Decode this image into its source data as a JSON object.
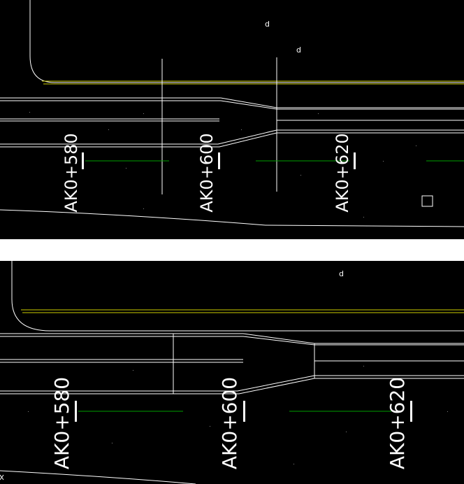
{
  "colors": {
    "background": "#000000",
    "separator": "#ffffff",
    "linework": "#ffffff",
    "centerline": "#cccc00",
    "station_leader": "#00a000"
  },
  "top_view": {
    "stations": [
      "AK0+580",
      "AK0+600",
      "AK0+620"
    ],
    "marker_glyphs": [
      "d",
      "d"
    ]
  },
  "bottom_view": {
    "stations": [
      "AK0+580",
      "AK0+600",
      "AK0+620"
    ],
    "marker_glyphs": [
      "d"
    ]
  }
}
